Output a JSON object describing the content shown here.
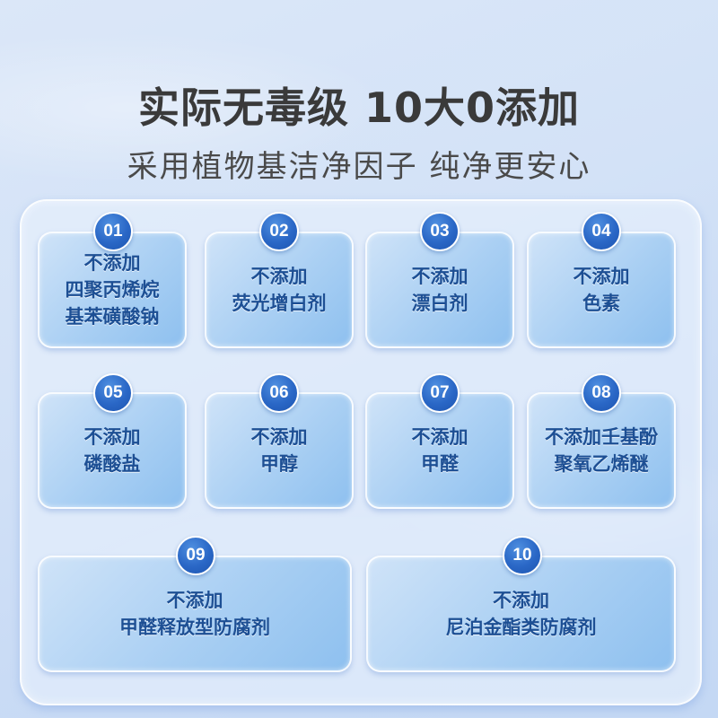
{
  "header": {
    "title": "实际无毒级 10大0添加",
    "subtitle": "采用植物基洁净因子 纯净更安心"
  },
  "colors": {
    "badge_blue": "#2a67c6",
    "card_text": "#1d4f94",
    "title_text": "#3a3a3a",
    "background": "#d3e2f7"
  },
  "items": [
    {
      "number": "01",
      "lines": [
        "不添加",
        "四聚丙烯烷",
        "基苯磺酸钠"
      ]
    },
    {
      "number": "02",
      "lines": [
        "不添加",
        "荧光增白剂"
      ]
    },
    {
      "number": "03",
      "lines": [
        "不添加",
        "漂白剂"
      ]
    },
    {
      "number": "04",
      "lines": [
        "不添加",
        "色素"
      ]
    },
    {
      "number": "05",
      "lines": [
        "不添加",
        "磷酸盐"
      ]
    },
    {
      "number": "06",
      "lines": [
        "不添加",
        "甲醇"
      ]
    },
    {
      "number": "07",
      "lines": [
        "不添加",
        "甲醛"
      ]
    },
    {
      "number": "08",
      "lines": [
        "不添加壬基酚",
        "聚氧乙烯醚"
      ]
    },
    {
      "number": "09",
      "lines": [
        "不添加",
        "甲醛释放型防腐剂"
      ]
    },
    {
      "number": "10",
      "lines": [
        "不添加",
        "尼泊金酯类防腐剂"
      ]
    }
  ]
}
